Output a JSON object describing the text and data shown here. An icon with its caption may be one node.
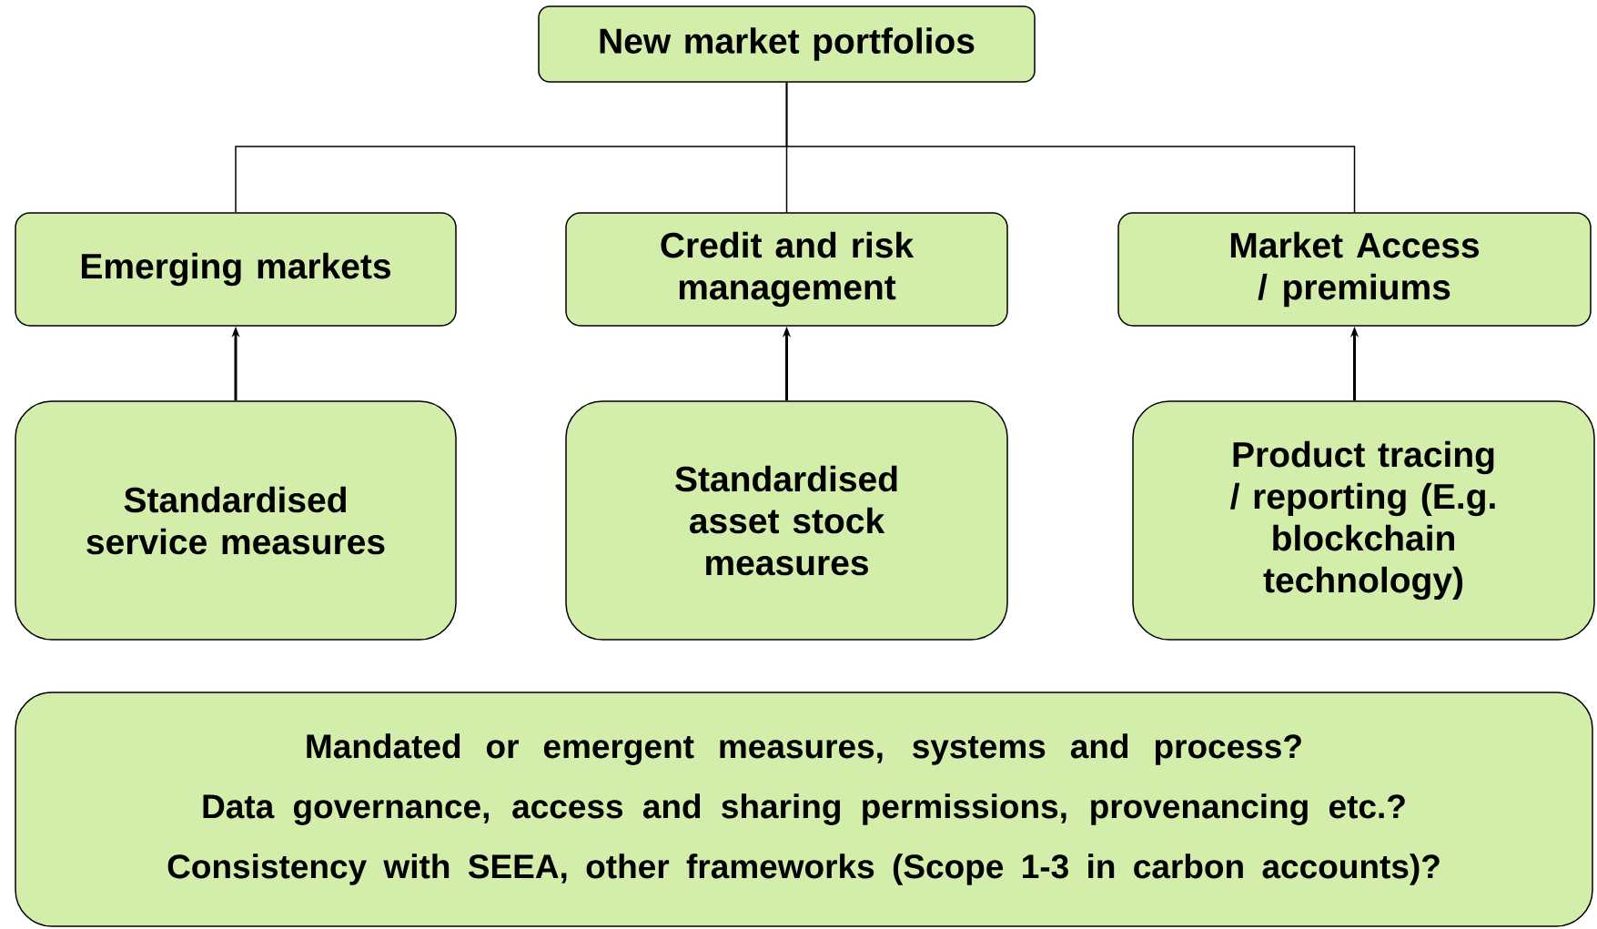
{
  "diagram": {
    "nodes": [
      {
        "text": [
          "New market portfolios"
        ]
      },
      {
        "text": [
          "Emerging markets"
        ]
      },
      {
        "text": [
          "Credit and risk management"
        ]
      },
      {
        "text": [
          "Market Access / premiums"
        ]
      },
      {
        "text": [
          "Standardised service measures"
        ]
      },
      {
        "text": [
          "Standardised asset stock measures"
        ]
      },
      {
        "text": [
          "Product tracing / reporting  (E.g. blockchain technology)"
        ]
      },
      {
        "text": [
          "Mandated or emergent measures, systems and process?",
          "Data governance, access and sharing permissions, provenancing etc.?",
          "Consistency with SEEA, other frameworks (Scope 1-3 in carbon accounts)?"
        ]
      }
    ],
    "edges": [
      {
        "from": 0,
        "to": 1,
        "arrow": "none"
      },
      {
        "from": 0,
        "to": 2,
        "arrow": "none"
      },
      {
        "from": 0,
        "to": 3,
        "arrow": "none"
      },
      {
        "from": 4,
        "to": 1,
        "arrow": "to"
      },
      {
        "from": 5,
        "to": 2,
        "arrow": "to"
      },
      {
        "from": 6,
        "to": 3,
        "arrow": "to"
      }
    ]
  }
}
